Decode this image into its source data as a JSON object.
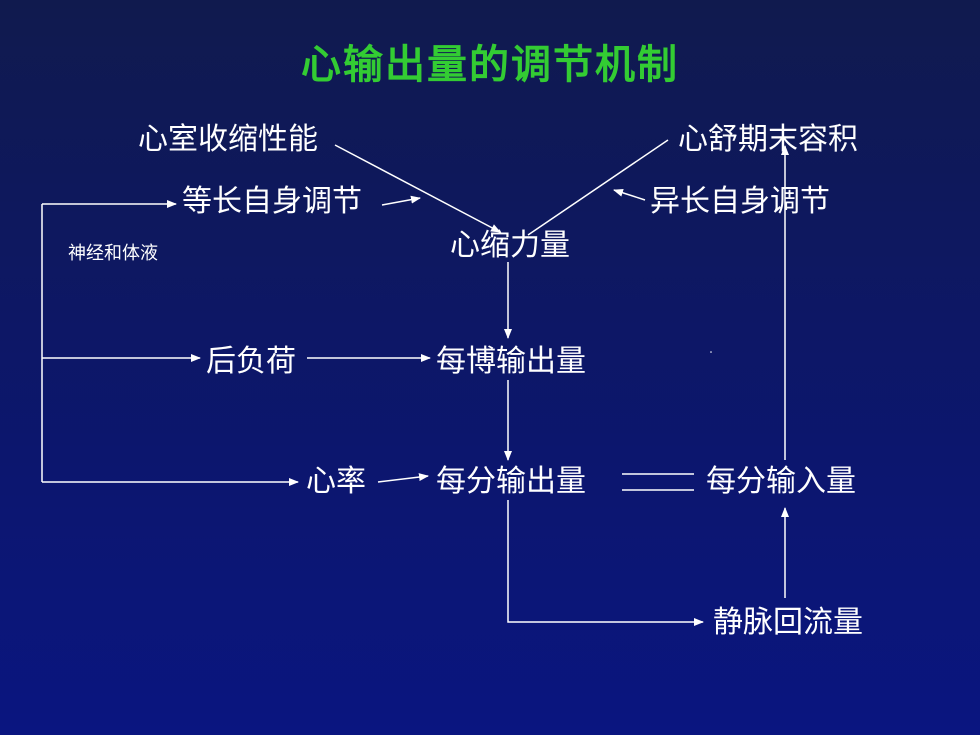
{
  "title": "心输出量的调节机制",
  "colors": {
    "title": "#33cc33",
    "text": "#ffffff",
    "line": "#ffffff"
  },
  "nodes": {
    "ventricular_contractility": "心室收缩性能",
    "end_diastolic_volume": "心舒期末容积",
    "homometric_regulation": "等长自身调节",
    "heterometric_regulation": "异长自身调节",
    "neural_humoral": "神经和体液",
    "contractile_force": "心缩力量",
    "afterload": "后负荷",
    "stroke_volume": "每博输出量",
    "heart_rate": "心率",
    "cardiac_output": "每分输出量",
    "venous_inflow": "每分输入量",
    "venous_return": "静脉回流量"
  }
}
